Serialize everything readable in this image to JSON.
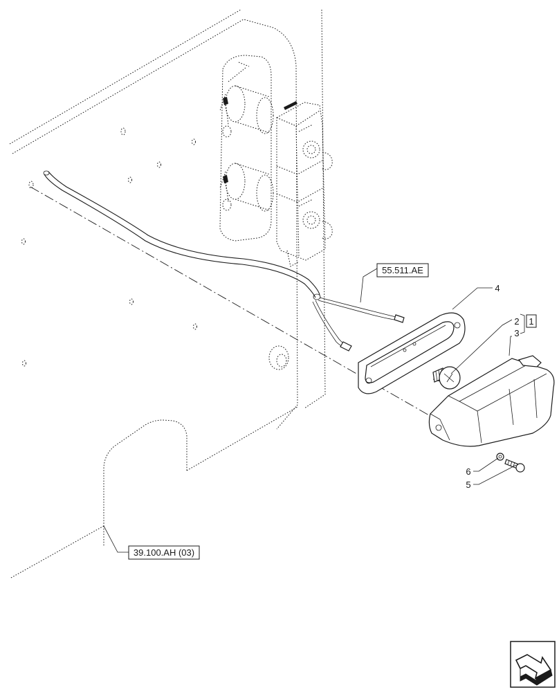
{
  "references": {
    "ref_55511": "55.511.AE",
    "ref_39100": "39.100.AH (03)"
  },
  "callouts": {
    "n1": "1",
    "n2": "2",
    "n3": "3",
    "n4": "4",
    "n5": "5",
    "n6": "6"
  },
  "icons": {
    "navigation": "next-page-arrow-icon"
  }
}
